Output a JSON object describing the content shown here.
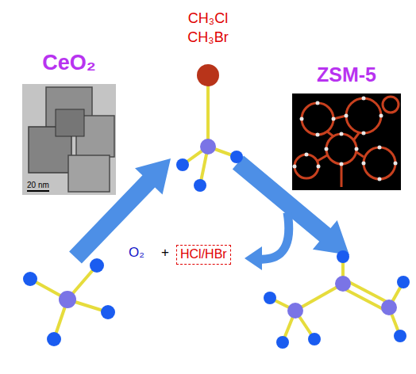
{
  "diagram": {
    "nodes": [
      {
        "text": [
          "CeO₂",
          "20 nm"
        ]
      },
      {
        "text": [
          "ZSM-5"
        ]
      },
      {
        "text": [
          "HCl/HBr"
        ]
      }
    ],
    "labels": [
      "CH₃Cl",
      "CH₃Br",
      "O₂",
      "+"
    ]
  }
}
